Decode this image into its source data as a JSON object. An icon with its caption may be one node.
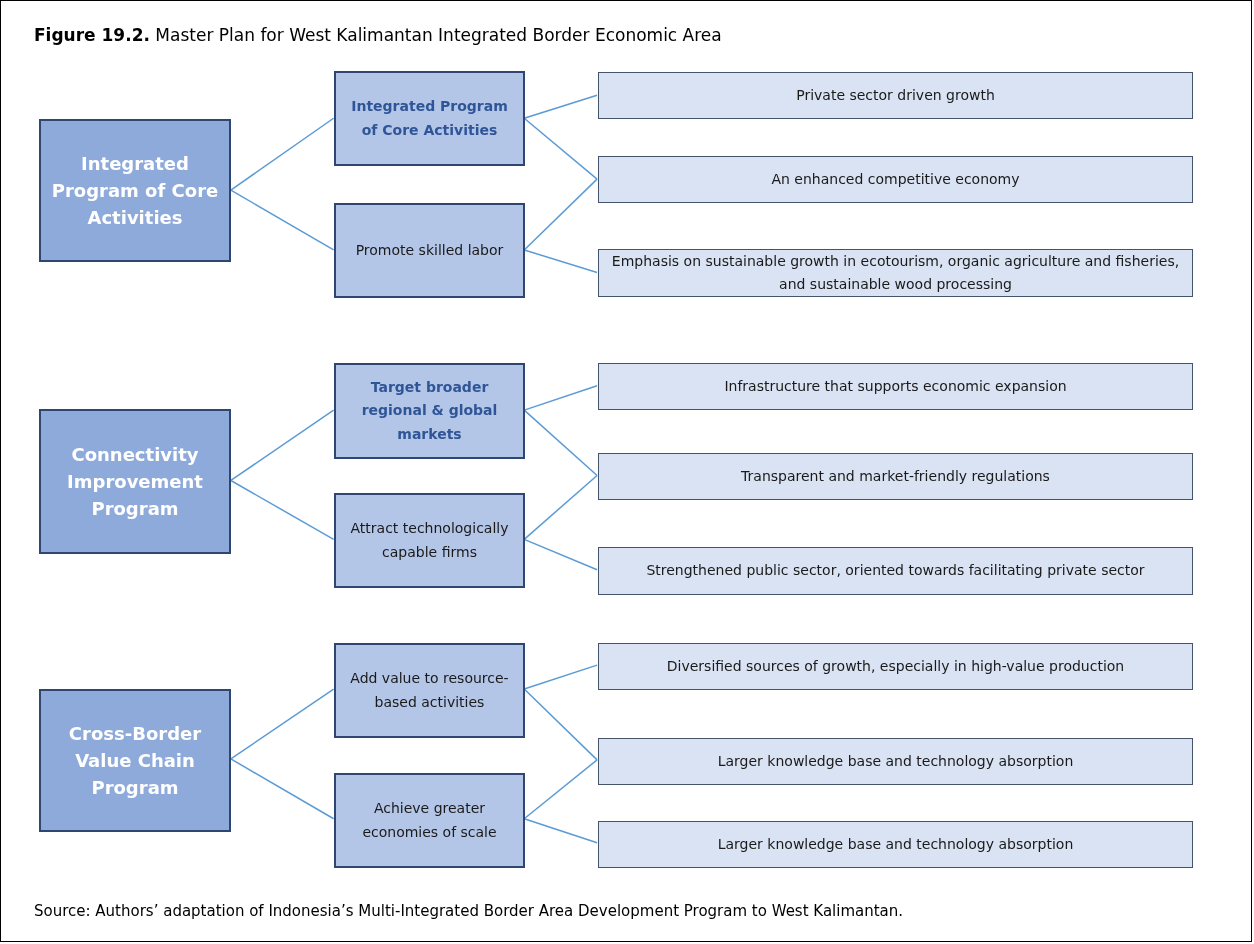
{
  "diagram": {
    "title": "**Figure 19.2.** Master Plan for West Kalimantan Integrated Border Economic Area",
    "caption": "Source: Authors’ adaptation of Indonesia’s Multi-Integrated Border Area Development Program to West Kalimantan.",
    "nodes": [
      {
        "text": [
          "Integrated Program of Core Activities"
        ]
      },
      {
        "text": [
          "Integrated Program of Core Activities"
        ]
      },
      {
        "text": [
          "Promote skilled labor"
        ]
      },
      {
        "text": [
          "Private sector driven growth"
        ]
      },
      {
        "text": [
          "An enhanced competitive economy"
        ]
      },
      {
        "text": [
          "Emphasis on sustainable growth in ecotourism, organic agriculture and fisheries, and sustainable wood processing"
        ]
      },
      {
        "text": [
          "Connectivity Improvement Program"
        ]
      },
      {
        "text": [
          "Target broader regional & global markets"
        ]
      },
      {
        "text": [
          "Attract technologically capable firms"
        ]
      },
      {
        "text": [
          "Infrastructure that supports economic expansion"
        ]
      },
      {
        "text": [
          "Transparent and market-friendly regulations"
        ]
      },
      {
        "text": [
          "Strengthened public sector, oriented towards facilitating private sector"
        ]
      },
      {
        "text": [
          "Cross-Border Value Chain Program"
        ]
      },
      {
        "text": [
          "Add value to resource-based activities"
        ]
      },
      {
        "text": [
          "Achieve greater economies of scale"
        ]
      },
      {
        "text": [
          "Diversified sources of growth, especially in high-value production"
        ]
      },
      {
        "text": [
          "Larger knowledge base and technology absorption"
        ]
      },
      {
        "text": [
          "Larger knowledge base and technology absorption"
        ]
      }
    ],
    "edges": [
      {
        "from": 0,
        "to": 1,
        "arrow": "none"
      },
      {
        "from": 0,
        "to": 2,
        "arrow": "none"
      },
      {
        "from": 1,
        "to": 3,
        "arrow": "none"
      },
      {
        "from": 1,
        "to": 4,
        "arrow": "none"
      },
      {
        "from": 2,
        "to": 4,
        "arrow": "none"
      },
      {
        "from": 2,
        "to": 5,
        "arrow": "none"
      },
      {
        "from": 6,
        "to": 7,
        "arrow": "none"
      },
      {
        "from": 6,
        "to": 8,
        "arrow": "none"
      },
      {
        "from": 7,
        "to": 9,
        "arrow": "none"
      },
      {
        "from": 7,
        "to": 10,
        "arrow": "none"
      },
      {
        "from": 8,
        "to": 10,
        "arrow": "none"
      },
      {
        "from": 8,
        "to": 11,
        "arrow": "none"
      },
      {
        "from": 12,
        "to": 13,
        "arrow": "none"
      },
      {
        "from": 12,
        "to": 14,
        "arrow": "none"
      },
      {
        "from": 13,
        "to": 15,
        "arrow": "none"
      },
      {
        "from": 13,
        "to": 16,
        "arrow": "none"
      },
      {
        "from": 14,
        "to": 16,
        "arrow": "none"
      },
      {
        "from": 14,
        "to": 17,
        "arrow": "none"
      }
    ]
  }
}
